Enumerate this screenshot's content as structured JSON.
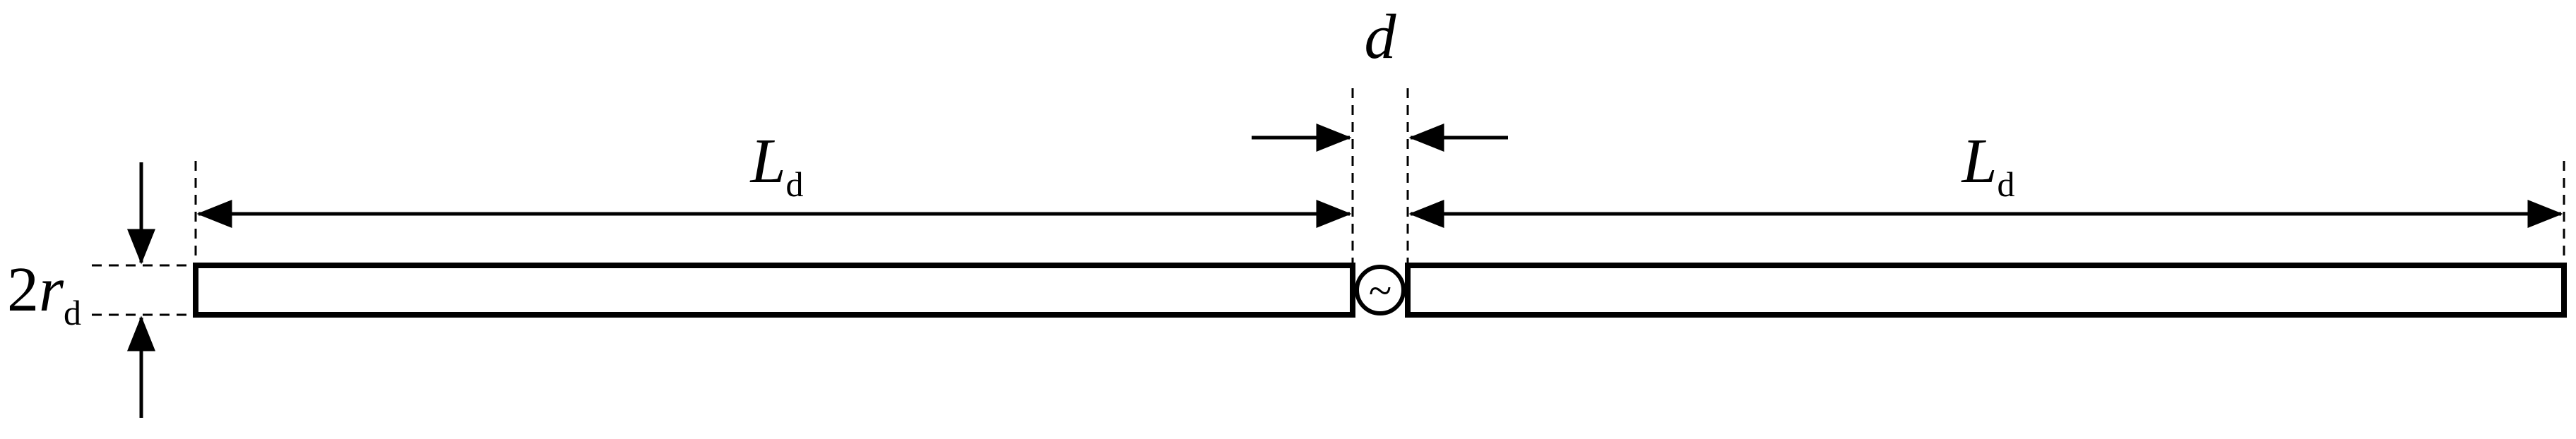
{
  "labels": {
    "gap": "d",
    "arm_left_main": "L",
    "arm_left_sub": "d",
    "arm_right_main": "L",
    "arm_right_sub": "d",
    "radius_coef": "2",
    "radius_main": "r",
    "radius_sub": "d"
  },
  "source_symbol": "~",
  "colors": {
    "stroke": "#000000",
    "background": "#ffffff"
  }
}
